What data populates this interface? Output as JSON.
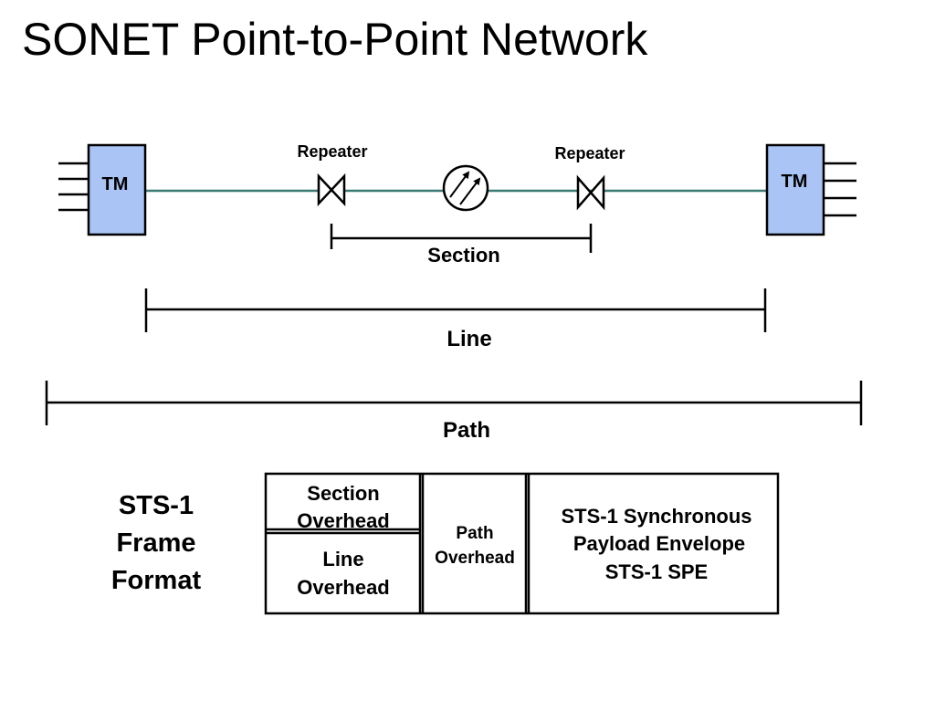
{
  "title": "SONET Point-to-Point Network",
  "network": {
    "left_terminal": "TM",
    "right_terminal": "TM",
    "left_repeater": "Repeater",
    "right_repeater": "Repeater",
    "middle_node_icon": "diagonal-arrows-circle-icon",
    "repeater_icon": "bowtie-icon",
    "link_color": "#3a7a74",
    "terminal_color": "#a9c4f5"
  },
  "spans": {
    "section": "Section",
    "line": "Line",
    "path": "Path"
  },
  "frame": {
    "label_lines": [
      "STS-1",
      "Frame",
      "Format"
    ],
    "section_overhead": [
      "Section",
      "Overhead"
    ],
    "line_overhead": [
      "Line",
      "Overhead"
    ],
    "path_overhead": [
      "Path",
      "Overhead"
    ],
    "spe": [
      "STS-1 Synchronous",
      "Payload Envelope",
      "STS-1 SPE"
    ]
  }
}
